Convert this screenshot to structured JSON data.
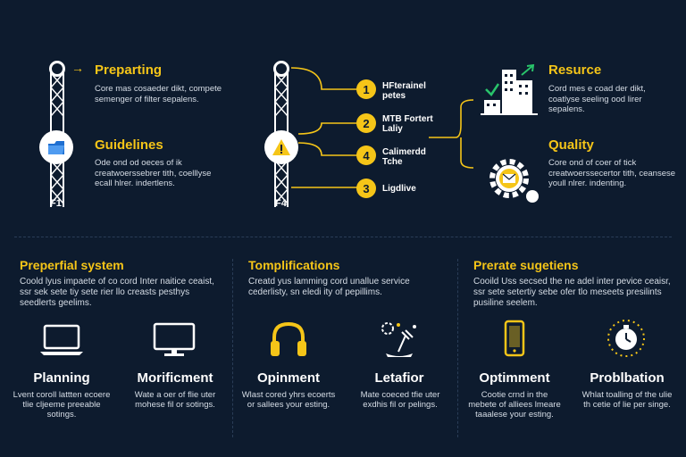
{
  "top_left": {
    "step1": {
      "title": "Preparting",
      "desc": "Core mas cosaeder dikt, compete semenger of filter sepalens."
    },
    "step2": {
      "title": "Guidelines",
      "desc": "Ode ond od oeces of ik creatwoerssebrer tith, coelllyse ecall hlrer. indertlens."
    },
    "tower_label": "F1"
  },
  "top_middle": {
    "tower_label": "F4",
    "items": [
      {
        "num": "1",
        "label": "HFterainel petes"
      },
      {
        "num": "2",
        "label": "MTB Fortert Laliy"
      },
      {
        "num": "4",
        "label": "Calimerdd Tche"
      },
      {
        "num": "3",
        "label": "Ligdlive"
      }
    ]
  },
  "top_right": {
    "resource": {
      "title": "Resurce",
      "desc": "Cord mes e coad der dikt, coatlyse seeling ood lirer sepalens."
    },
    "quality": {
      "title": "Quality",
      "desc": "Core ond of coer of tick creatwoerssecertor tith, ceansese youll nlrer. indenting."
    }
  },
  "sections": [
    {
      "title": "Preperfial system",
      "desc": "Coold lyus impaete of co cord Inter naitice ceaist, ssr sek sete tiy sete rier llo creasts pesthys seedlerts geelims.",
      "cards": [
        {
          "icon": "laptop-icon",
          "title": "Planning",
          "desc": "Lvent coroll lattten ecoere tlie cljeeme preeable sotings."
        },
        {
          "icon": "monitor-icon",
          "title": "Morificment",
          "desc": "Wate a oer of flie uter mohese fil or sotings."
        }
      ]
    },
    {
      "title": "Tomplifications",
      "desc": "Creatd yus lamming cord unallue service cederlisty, sn eledi ity of pepillims.",
      "cards": [
        {
          "icon": "headphones-icon",
          "title": "Opinment",
          "desc": "Wlast cored yhrs ecoerts or sallees your esting."
        },
        {
          "icon": "satellite-icon",
          "title": "Letafior",
          "desc": "Mate coeced tfie uter exdhis fil or pelings."
        }
      ]
    },
    {
      "title": "Prerate sugetiens",
      "desc": "Cooild Uss secsed the ne adel inter pevice ceaisr, ssr sete setertiy sebe ofer tlo meseets presilints pusiline seelem.",
      "cards": [
        {
          "icon": "smartphone-icon",
          "title": "Optimment",
          "desc": "Cootie crnd in the mebete of alliees lmeare taaalese your esting."
        },
        {
          "icon": "stopwatch-icon",
          "title": "Problbation",
          "desc": "Whlat toalling of the ulie th cetie of lie per singe."
        }
      ]
    }
  ],
  "colors": {
    "background": "#0d1b2e",
    "accent": "#f5c518",
    "text": "#ffffff"
  }
}
